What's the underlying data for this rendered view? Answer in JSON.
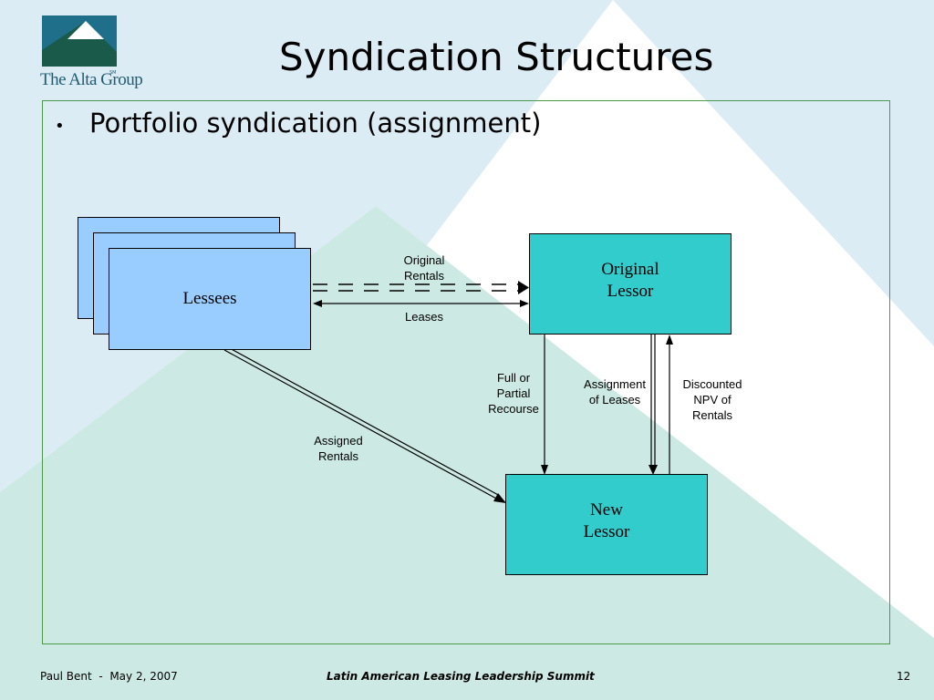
{
  "slide": {
    "title": "Syndication Structures",
    "bullet": "Portfolio syndication (assignment)"
  },
  "logo": {
    "text": "The Alta Group",
    "mark": "SM"
  },
  "diagram": {
    "lessees": "Lessees",
    "original_lessor": "Original\nLessor",
    "new_lessor": "New\nLessor",
    "labels": {
      "original_rentals": "Original\nRentals",
      "leases": "Leases",
      "assigned_rentals": "Assigned\nRentals",
      "full_or_partial_recourse": "Full or\nPartial\nRecourse",
      "assignment_of_leases": "Assignment\nof Leases",
      "discounted_npv": "Discounted\nNPV of\nRentals"
    }
  },
  "footer": {
    "left": "Paul Bent  -  May 2, 2007",
    "center": "Latin American Leasing Leadership Summit",
    "page": "12"
  },
  "colors": {
    "background_light": "#dcecf4",
    "background_triangle": "#ffffff",
    "inner_triangle": "#cce9e3",
    "lessee_fill": "#99ccff",
    "lessor_fill": "#33cccc",
    "frame_green": "#4a9a4a"
  }
}
